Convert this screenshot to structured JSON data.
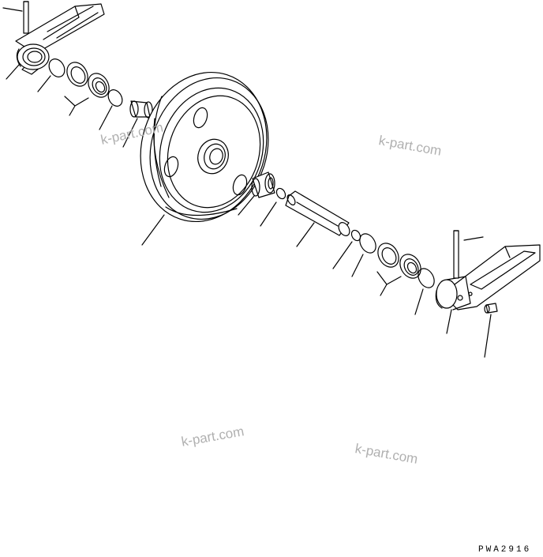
{
  "watermarks": [
    "k-part.com",
    "k-part.com",
    "k-part.com",
    "k-part.com"
  ],
  "drawing_code": "PWA2916",
  "colors": {
    "ink": "#000000",
    "watermark": "#b0b0b0",
    "background": "#ffffff"
  }
}
